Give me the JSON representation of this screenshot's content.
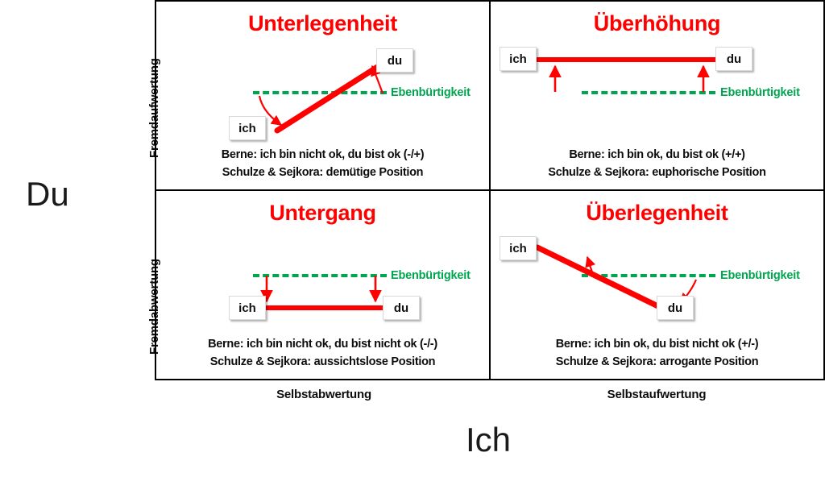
{
  "axes": {
    "vertical_big": "Du",
    "horizontal_big": "Ich",
    "vertical_top": "Fremdaufwertung",
    "vertical_bottom": "Fremdabwertung",
    "horizontal_left": "Selbstabwertung",
    "horizontal_right": "Selbstaufwertung"
  },
  "colors": {
    "title_red": "#FF0000",
    "line_red": "#FF0000",
    "equality_green": "#00A64F",
    "text_black": "#0D0D0D",
    "border_black": "#000000",
    "box_white": "#FFFFFF"
  },
  "labels": {
    "self": "ich",
    "other": "du",
    "equality": "Ebenbürtigkeit"
  },
  "quadrants": [
    {
      "id": "top-left",
      "title": "Unterlegenheit",
      "berne": "Berne: ich bin nicht ok, du bist ok (-/+)",
      "schulze": "Schulze & Sejkora: demütige Position",
      "equality_label": "Ebenbürtigkeit",
      "self_label": "ich",
      "other_label": "du",
      "self_position": "below-line",
      "other_position": "above-line",
      "relation": "rising-diagonal"
    },
    {
      "id": "top-right",
      "title": "Überhöhung",
      "berne": "Berne: ich bin ok, du bist ok (+/+)",
      "schulze": "Schulze & Sejkora: euphorische Position",
      "equality_label": "Ebenbürtigkeit",
      "self_label": "ich",
      "other_label": "du",
      "self_position": "above-line",
      "other_position": "above-line",
      "relation": "horizontal-above"
    },
    {
      "id": "bottom-left",
      "title": "Untergang",
      "berne": "Berne: ich bin nicht ok, du bist nicht ok (-/-)",
      "schulze": "Schulze & Sejkora: aussichtslose Position",
      "equality_label": "Ebenbürtigkeit",
      "self_label": "ich",
      "other_label": "du",
      "self_position": "below-line",
      "other_position": "below-line",
      "relation": "horizontal-below"
    },
    {
      "id": "bottom-right",
      "title": "Überlegenheit",
      "berne": "Berne: ich bin ok, du bist nicht ok (+/-)",
      "schulze": "Schulze & Sejkora: arrogante Position",
      "equality_label": "Ebenbürtigkeit",
      "self_label": "ich",
      "other_label": "du",
      "self_position": "above-line",
      "other_position": "below-line",
      "relation": "falling-diagonal"
    }
  ]
}
